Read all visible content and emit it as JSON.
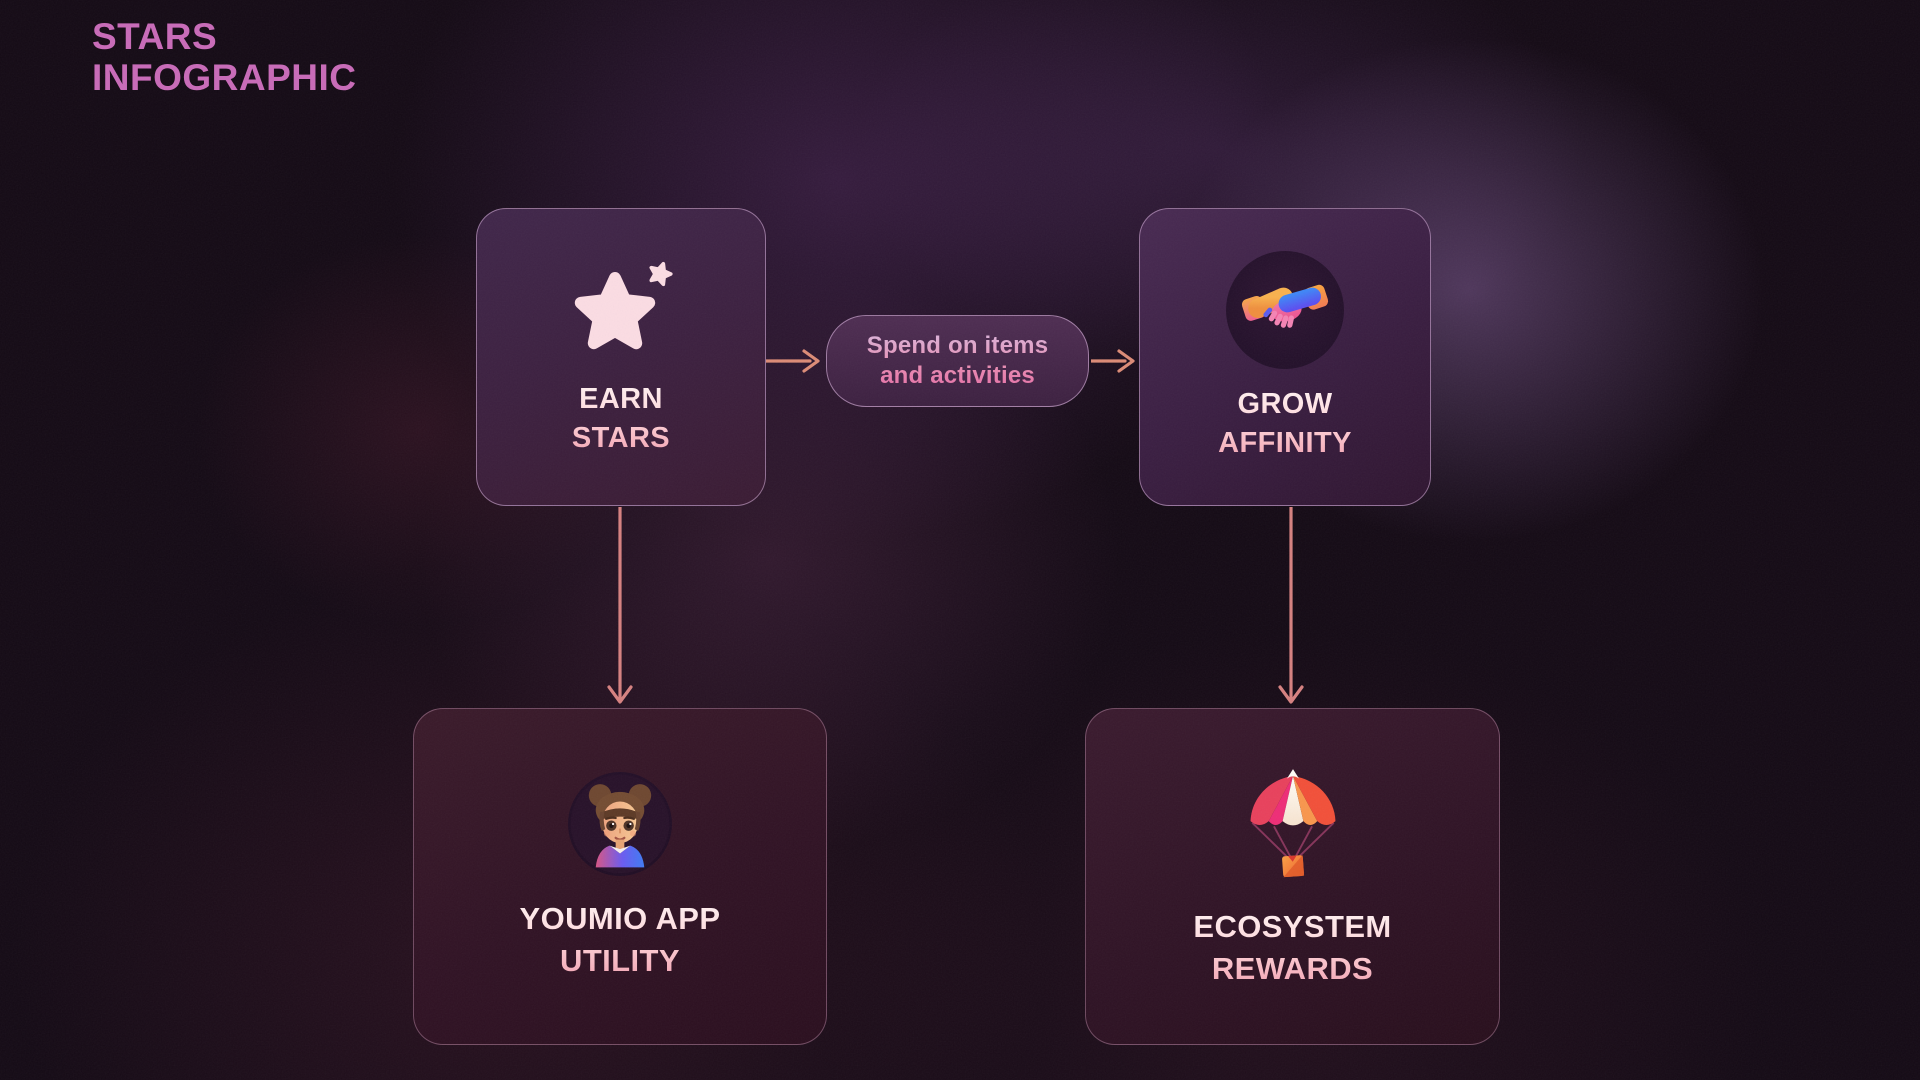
{
  "header": {
    "title_line1": "STARS",
    "title_line2": "INFOGRAPHIC"
  },
  "nodes": {
    "earn": {
      "line1": "EARN",
      "line2": "STARS",
      "icon": "star-icon"
    },
    "grow": {
      "line1": "GROW",
      "line2": "AFFINITY",
      "icon": "handshake-icon"
    },
    "youmio": {
      "line1": "YOUMIO APP",
      "line2": "UTILITY",
      "icon": "girl-avatar-icon"
    },
    "eco": {
      "line1": "ECOSYSTEM",
      "line2": "REWARDS",
      "icon": "parachute-airdrop-icon"
    }
  },
  "edges": {
    "spend_label": {
      "line1": "Spend on items",
      "line2": "and activities"
    },
    "connections": [
      {
        "from": "earn-stars",
        "to": "grow-affinity",
        "label": "Spend on items and activities"
      },
      {
        "from": "earn-stars",
        "to": "youmio-app-utility"
      },
      {
        "from": "grow-affinity",
        "to": "ecosystem-rewards"
      }
    ]
  },
  "colors": {
    "title_pink": "#c86ab8",
    "arrow_salmon": "#dc8b76",
    "background_base": "#140a15",
    "card_border": "#d8b2dc",
    "heading_gradient_top": "#fff4f4",
    "heading_gradient_bottom": "#f3a0b0",
    "pill_text_top": "#d9b6dc",
    "pill_text_bottom": "#e66ea6"
  }
}
